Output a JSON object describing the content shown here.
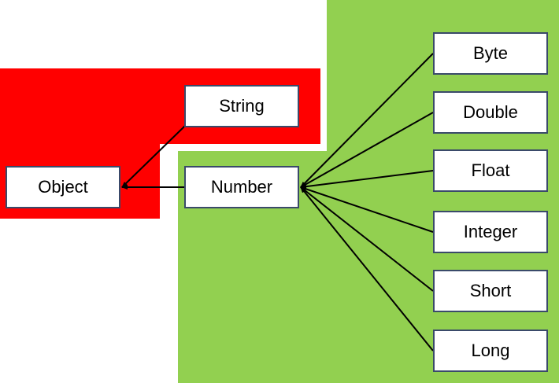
{
  "colors": {
    "red_region": "#ff0000",
    "green_region": "#92d050",
    "node_border": "#3a4a6a",
    "node_fill": "#ffffff",
    "edge": "#000000"
  },
  "nodes": {
    "object": "Object",
    "string": "String",
    "number": "Number",
    "byte": "Byte",
    "double": "Double",
    "float": "Float",
    "integer": "Integer",
    "short": "Short",
    "long": "Long"
  },
  "edges": [
    {
      "from": "string",
      "to": "object"
    },
    {
      "from": "number",
      "to": "object"
    },
    {
      "from": "byte",
      "to": "number"
    },
    {
      "from": "double",
      "to": "number"
    },
    {
      "from": "float",
      "to": "number"
    },
    {
      "from": "integer",
      "to": "number"
    },
    {
      "from": "short",
      "to": "number"
    },
    {
      "from": "long",
      "to": "number"
    }
  ]
}
